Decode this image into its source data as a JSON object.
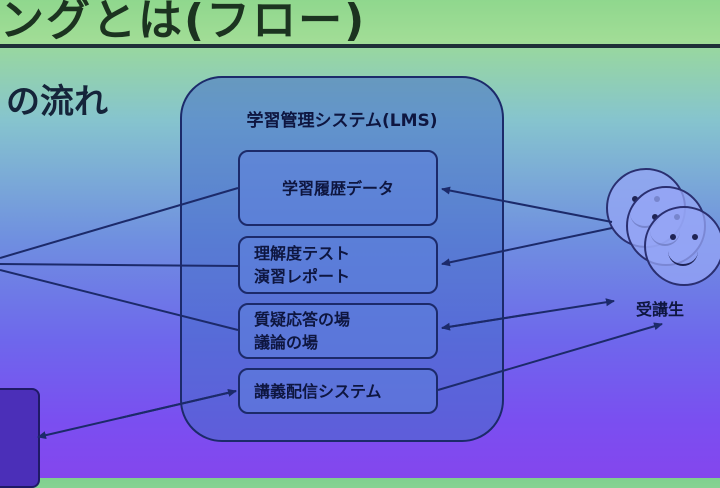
{
  "slide": {
    "title": "ングとは(フロー)",
    "section_heading": "の流れ"
  },
  "lms": {
    "title": "学習管理システム(LMS)",
    "components": [
      {
        "lines": [
          "学習履歴データ"
        ]
      },
      {
        "lines": [
          "理解度テスト",
          "演習レポート"
        ]
      },
      {
        "lines": [
          "質疑応答の場",
          "議論の場"
        ]
      },
      {
        "lines": [
          "講義配信システム"
        ]
      }
    ]
  },
  "learner": {
    "label": "受講生",
    "icon": "smiley-face-icon"
  },
  "colors": {
    "line": "#1c2a6a",
    "lms_fill": "#466ec8"
  }
}
